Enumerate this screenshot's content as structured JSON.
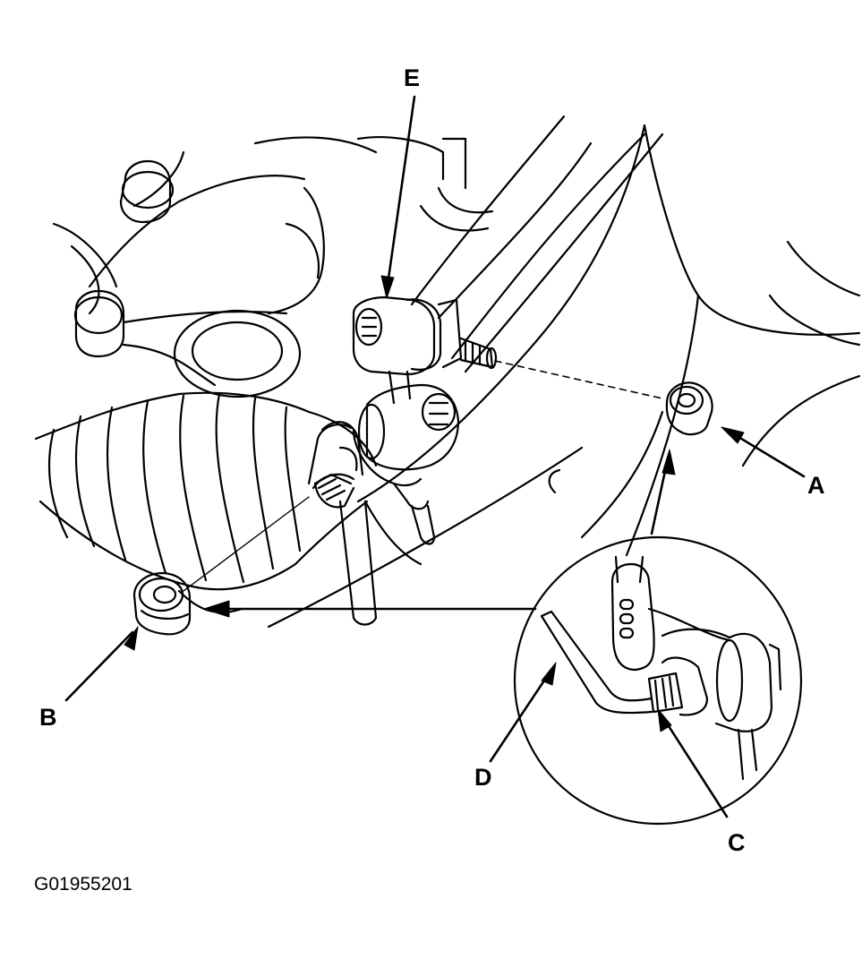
{
  "figure": {
    "callouts": {
      "a": "A",
      "b": "B",
      "c": "C",
      "d": "D",
      "e": "E"
    },
    "figure_code": "G01955201"
  },
  "colors": {
    "ink": "#000000",
    "paper": "#ffffff"
  }
}
